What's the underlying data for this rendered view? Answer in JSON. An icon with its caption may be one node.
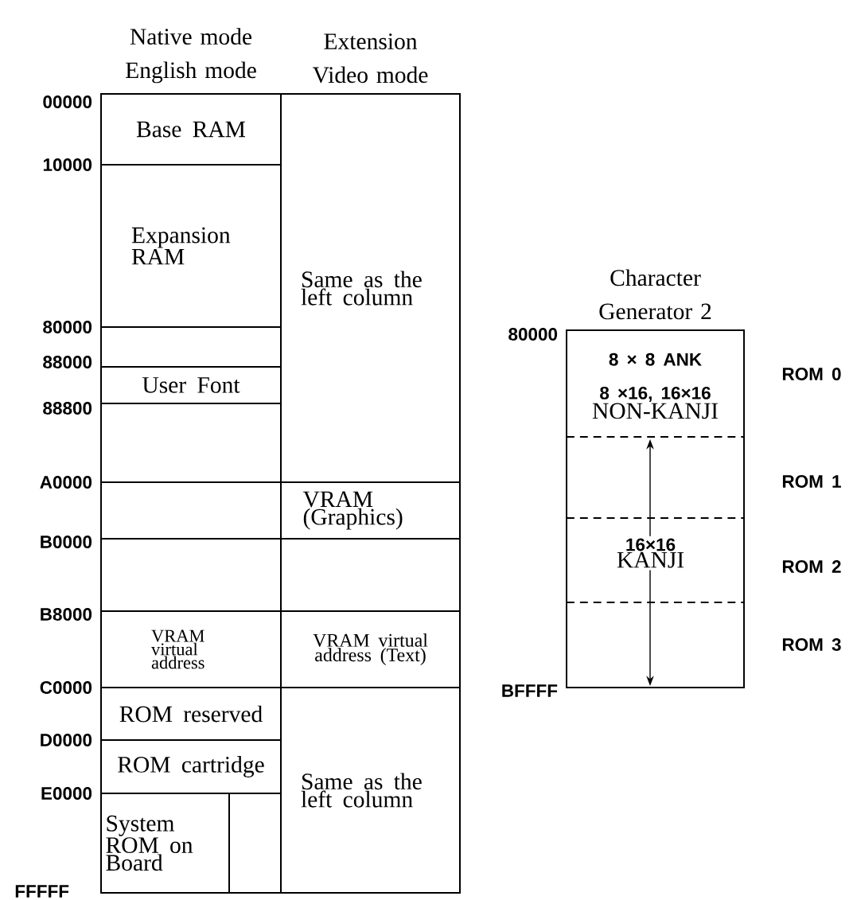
{
  "diagram": {
    "nodes": [
      {
        "text": [
          "Native mode English mode"
        ]
      },
      {
        "text": [
          "Extension Video mode"
        ]
      },
      {
        "text": [
          "Base RAM"
        ],
        "in": 0
      },
      {
        "text": [
          "Expansion RAM"
        ],
        "in": 0
      },
      {
        "text": [
          "User Font"
        ],
        "in": 0
      },
      {
        "text": [
          "VRAM virtual address"
        ],
        "in": 0
      },
      {
        "text": [
          "ROM reserved"
        ],
        "in": 0
      },
      {
        "text": [
          "ROM cartridge"
        ],
        "in": 0
      },
      {
        "text": [
          "System ROM on Board"
        ],
        "in": 0
      },
      {
        "text": [
          "Same as the left column"
        ],
        "in": 1
      },
      {
        "text": [
          "VRAM (Graphics)"
        ],
        "in": 1
      },
      {
        "text": [
          "VRAM virtual address (Text)"
        ],
        "in": 1
      },
      {
        "text": [
          "Same as the left column"
        ],
        "in": 1
      },
      {
        "text": [
          "Character Generator 2"
        ]
      },
      {
        "text": [
          "8 × 8 ANK",
          "8 ×16, 16×16",
          "NON-KANJI"
        ],
        "in": 13
      },
      {
        "text": [
          "16×16",
          "KANJI"
        ],
        "in": 13
      }
    ],
    "labels": [
      "00000",
      "10000",
      "80000",
      "88000",
      "88800",
      "A0000",
      "B0000",
      "B8000",
      "C0000",
      "D0000",
      "E0000",
      "FFFFF",
      "80000",
      "BFFFF",
      "ROM 0",
      "ROM 1",
      "ROM 2",
      "ROM 3"
    ]
  }
}
